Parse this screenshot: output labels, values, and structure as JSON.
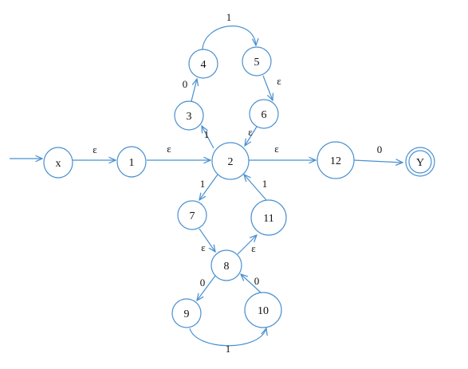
{
  "diagram": {
    "type": "nfa-state-transition-diagram",
    "colors": {
      "stroke": "#4a90d0",
      "text": "#111111",
      "background": "#ffffff"
    },
    "nodes": [
      {
        "id": "x",
        "label": "x",
        "accepting": false
      },
      {
        "id": "1",
        "label": "1",
        "accepting": false
      },
      {
        "id": "2",
        "label": "2",
        "accepting": false
      },
      {
        "id": "3",
        "label": "3",
        "accepting": false
      },
      {
        "id": "4",
        "label": "4",
        "accepting": false
      },
      {
        "id": "5",
        "label": "5",
        "accepting": false
      },
      {
        "id": "6",
        "label": "6",
        "accepting": false
      },
      {
        "id": "7",
        "label": "7",
        "accepting": false
      },
      {
        "id": "8",
        "label": "8",
        "accepting": false
      },
      {
        "id": "9",
        "label": "9",
        "accepting": false
      },
      {
        "id": "10",
        "label": "10",
        "accepting": false
      },
      {
        "id": "11",
        "label": "11",
        "accepting": false
      },
      {
        "id": "12",
        "label": "12",
        "accepting": false
      },
      {
        "id": "y",
        "label": "Y",
        "accepting": true
      }
    ],
    "edges": [
      {
        "from": "start",
        "to": "x",
        "label": ""
      },
      {
        "from": "x",
        "to": "1",
        "label": "ε"
      },
      {
        "from": "1",
        "to": "2",
        "label": "ε"
      },
      {
        "from": "2",
        "to": "3",
        "label": "1"
      },
      {
        "from": "3",
        "to": "4",
        "label": "0"
      },
      {
        "from": "4",
        "to": "5",
        "label": "1"
      },
      {
        "from": "5",
        "to": "6",
        "label": "ε"
      },
      {
        "from": "6",
        "to": "2",
        "label": "ε"
      },
      {
        "from": "2",
        "to": "12",
        "label": "ε"
      },
      {
        "from": "12",
        "to": "y",
        "label": "0"
      },
      {
        "from": "2",
        "to": "7",
        "label": "1"
      },
      {
        "from": "7",
        "to": "8",
        "label": "ε"
      },
      {
        "from": "8",
        "to": "9",
        "label": "0"
      },
      {
        "from": "9",
        "to": "10",
        "label": "1"
      },
      {
        "from": "10",
        "to": "8",
        "label": "0"
      },
      {
        "from": "8",
        "to": "11",
        "label": "ε"
      },
      {
        "from": "11",
        "to": "2",
        "label": "1"
      }
    ]
  }
}
